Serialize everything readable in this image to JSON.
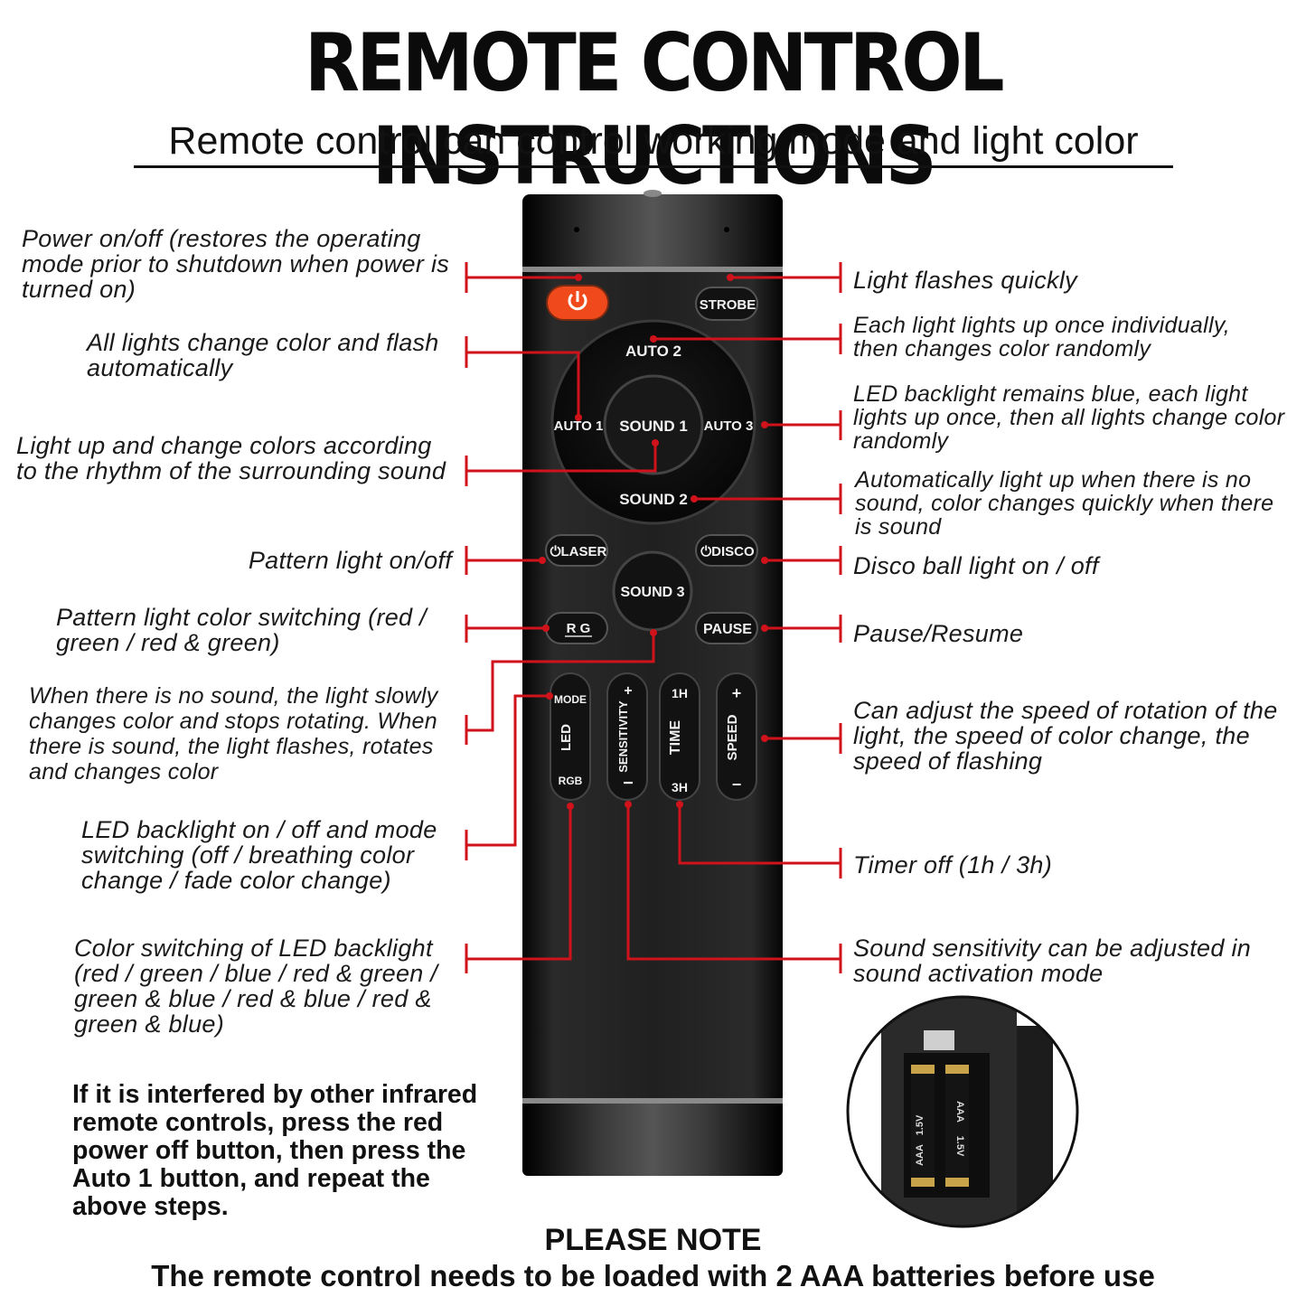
{
  "title": "REMOTE CONTROL INSTRUCTIONS",
  "subtitle": "Remote control can control working mode and light color",
  "annotations": {
    "power": "Power on/off  (restores the operating mode prior to shutdown when power is turned on)",
    "auto1": "All lights change color and flash automatically",
    "sound1": "Light up and change colors according to the rhythm of the surrounding sound",
    "laser": "Pattern light on/off",
    "rg": "Pattern light color switching (red / green / red & green)",
    "sound3": "When there is no sound, the light slowly changes color and stops rotating. When there is sound, the light flashes, rotates and changes color",
    "led_mode": "LED backlight on / off and mode switching (off / breathing color change / fade color change)",
    "rgb": "Color switching of LED backlight (red / green / blue / red & green / green & blue / red & blue / red & green & blue)",
    "strobe": "Light flashes quickly",
    "auto2": "Each light lights up once individually, then changes color randomly",
    "auto3": "LED backlight remains blue, each light lights up once, then all lights change color randomly",
    "sound2": "Automatically light up when there is no sound, color changes quickly when there is sound",
    "disco": "Disco ball light on / off",
    "pause": "Pause/Resume",
    "speed": "Can adjust the speed of rotation of the light, the speed of color change, the speed of flashing",
    "time": "Timer off (1h / 3h)",
    "sensitivity": "Sound sensitivity can be adjusted in sound activation mode"
  },
  "buttons": {
    "strobe": "STROBE",
    "auto2": "AUTO 2",
    "auto1": "AUTO 1",
    "sound1": "SOUND 1",
    "auto3": "AUTO 3",
    "sound2": "SOUND 2",
    "laser": "LASER",
    "disco": "DISCO",
    "sound3": "SOUND 3",
    "rg": "R G",
    "pause": "PAUSE",
    "mode": "MODE",
    "led": "LED",
    "rgb": "RGB",
    "sensitivity": "SENSITIVITY",
    "sens_plus": "+",
    "sens_minus": "I",
    "time_1h": "1H",
    "time": "TIME",
    "time_3h": "3H",
    "speed": "SPEED",
    "speed_plus": "+",
    "speed_minus": "−"
  },
  "battery": {
    "label1": "AAA",
    "volt1": "1.5V",
    "label2": "AAA",
    "volt2": "1.5V"
  },
  "bold_note": "If it is interfered by other infrared remote controls, press the red power off button, then press the Auto 1 button, and repeat the above steps.",
  "note_heading": "PLEASE NOTE",
  "note_text": "The remote control needs to be loaded with 2 AAA batteries before use",
  "colors": {
    "leader": "#d0121b",
    "remote_body": "#1c1c1c",
    "power_button": "#f04a1c"
  }
}
